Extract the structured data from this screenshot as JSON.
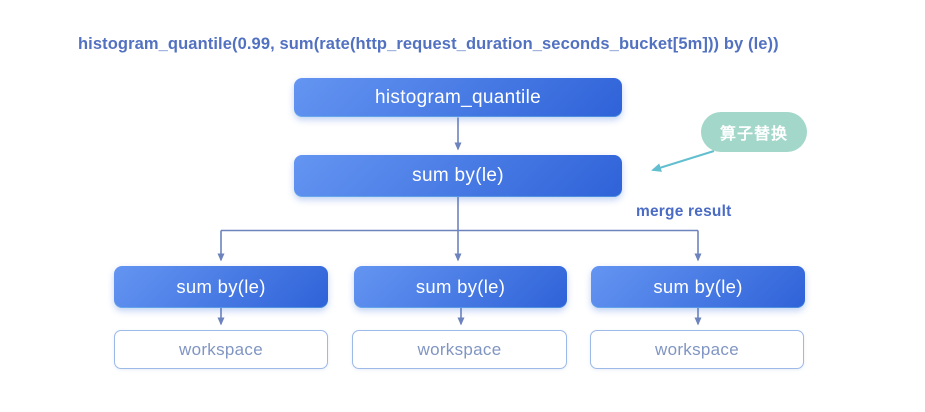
{
  "colors": {
    "background": "#ffffff",
    "title_text": "#5271c1",
    "node_gradient_start": "#6495f2",
    "node_gradient_end": "#2f62d8",
    "node_text": "#ffffff",
    "connector": "#6c83bd",
    "merge_label_text": "#4b6cc4",
    "badge_background": "#a2d7c9",
    "badge_text": "#ffffff",
    "badge_arrow": "#62bfcf",
    "workspace_border": "#9db9e8",
    "workspace_background": "#ffffff",
    "workspace_text": "#8095c2"
  },
  "title": "histogram_quantile(0.99, sum(rate(http_request_duration_seconds_bucket[5m])) by (le))",
  "diagram": {
    "root_node": "histogram_quantile",
    "merged_node": "sum by(le)",
    "badge_label": "算子替换",
    "merge_label": "merge result",
    "children": [
      {
        "node": "sum by(le)",
        "target": "workspace"
      },
      {
        "node": "sum by(le)",
        "target": "workspace"
      },
      {
        "node": "sum by(le)",
        "target": "workspace"
      }
    ]
  }
}
